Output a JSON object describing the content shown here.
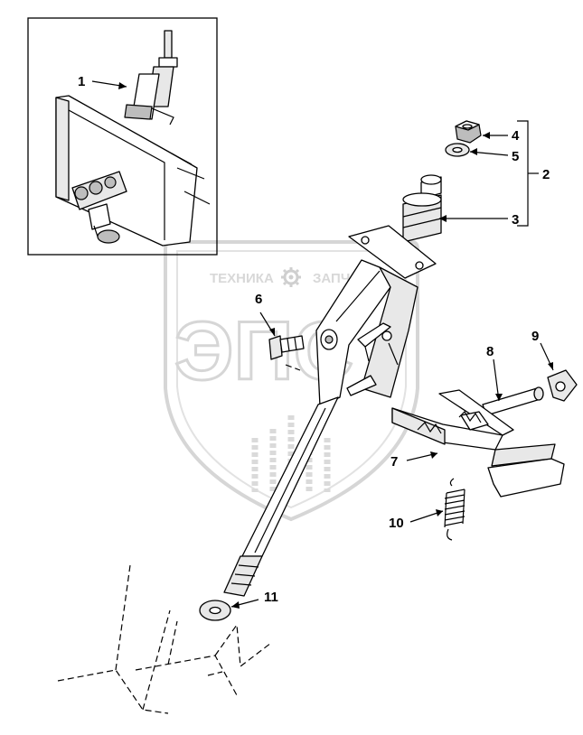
{
  "watermark": {
    "top_text_left": "ТЕХНИКА",
    "top_text_right": "ЗАПЧАСТИ",
    "big_text": "ЭПС",
    "gear": "gear-icon"
  },
  "callouts": {
    "c1": "1",
    "c2": "2",
    "c3": "3",
    "c4": "4",
    "c5": "5",
    "c6": "6",
    "c7": "7",
    "c8": "8",
    "c9": "9",
    "c10": "10",
    "c11": "11"
  },
  "colors": {
    "line": "#000000",
    "watermark": "#d6d6d6",
    "shade": "#bdbdbd",
    "background": "#ffffff"
  }
}
